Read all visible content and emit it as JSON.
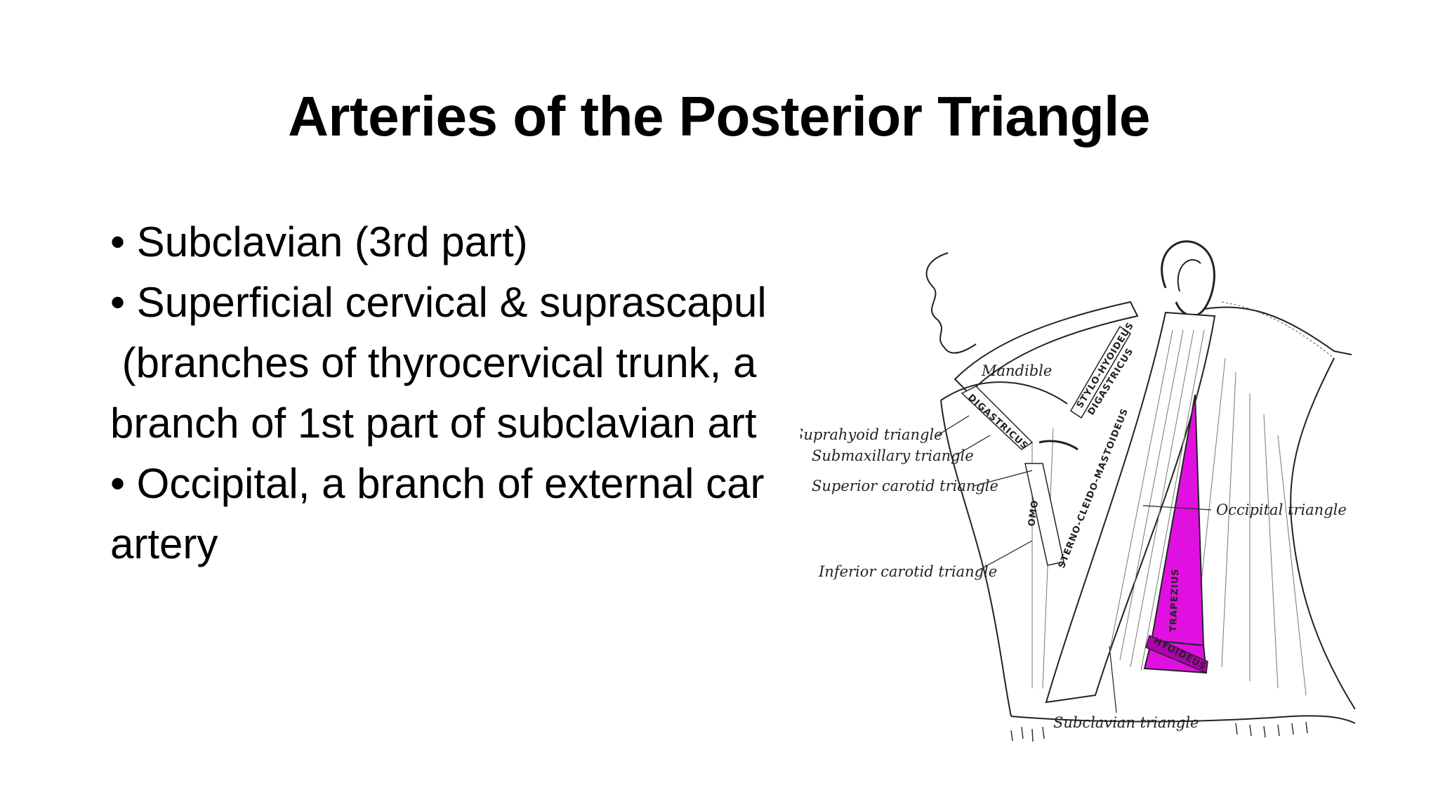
{
  "slide": {
    "title": "Arteries of the Posterior Triangle",
    "lines": [
      "• Subclavian (3rd part)",
      "• Superficial cervical & suprascapul",
      " (branches of thyrocervical trunk, a",
      "branch of 1st part of subclavian art",
      "• Occipital, a branch of external car",
      "artery"
    ]
  },
  "figure": {
    "highlight_color": "#e010e0",
    "labels": {
      "mandible": "Mandible",
      "suprahyoid": "Suprahyoid triangle",
      "submaxillary": "Submaxillary triangle",
      "superior_carotid": "Superior carotid triangle",
      "inferior_carotid": "Inferior carotid triangle",
      "occipital": "Occipital triangle",
      "subclavian": "Subclavian triangle",
      "sternocleidomastoid": "STERNO-CLEIDO-MASTOIDEUS",
      "trapezius": "TRAPEZIUS",
      "omo": "OMO",
      "omohyoideus": "HYOIDEUS",
      "stylohyoideus": "STYLO-HYOIDEUS",
      "digastricus": "DIGASTRICUS",
      "digastricus_ant": "DIGASTRICUS"
    }
  }
}
